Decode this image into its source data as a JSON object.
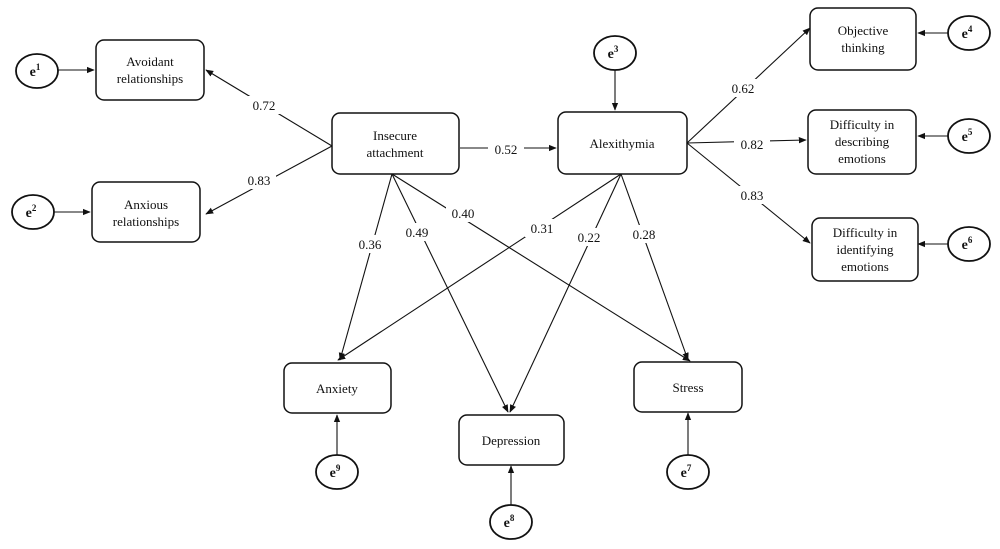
{
  "nodes": {
    "avoidant": [
      "Avoidant",
      "relationships"
    ],
    "anxious": [
      "Anxious",
      "relationships"
    ],
    "insecure": [
      "Insecure",
      "attachment"
    ],
    "alexithymia": [
      "Alexithymia"
    ],
    "objective": [
      "Objective",
      "thinking"
    ],
    "describing": [
      "Difficulty in",
      "describing",
      "emotions"
    ],
    "identifying": [
      "Difficulty in",
      "identifying",
      "emotions"
    ],
    "anxiety": [
      "Anxiety"
    ],
    "depression": [
      "Depression"
    ],
    "stress": [
      "Stress"
    ]
  },
  "errors": {
    "e1": {
      "base": "e",
      "sup": "1"
    },
    "e2": {
      "base": "e",
      "sup": "2"
    },
    "e3": {
      "base": "e",
      "sup": "3"
    },
    "e4": {
      "base": "e",
      "sup": "4"
    },
    "e5": {
      "base": "e",
      "sup": "5"
    },
    "e6": {
      "base": "e",
      "sup": "6"
    },
    "e7": {
      "base": "e",
      "sup": "7"
    },
    "e8": {
      "base": "e",
      "sup": "8"
    },
    "e9": {
      "base": "e",
      "sup": "9"
    }
  },
  "coefficients": {
    "insecure_avoidant": "0.72",
    "insecure_anxious": "0.83",
    "insecure_alexithymia": "0.52",
    "alexithymia_objective": "0.62",
    "alexithymia_describing": "0.82",
    "alexithymia_identifying": "0.83",
    "insecure_anxiety": "0.36",
    "insecure_depression": "0.49",
    "insecure_stress": "0.40",
    "alexithymia_anxiety": "0.31",
    "alexithymia_depression": "0.22",
    "alexithymia_stress": "0.28"
  }
}
